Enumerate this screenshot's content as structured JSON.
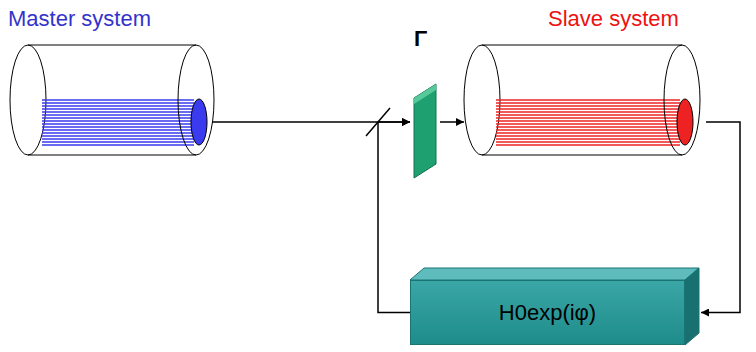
{
  "diagram": {
    "nodes": [
      {
        "text": [
          "Master system"
        ]
      },
      {
        "text": [
          "Γ"
        ]
      },
      {
        "text": [
          "Slave system"
        ]
      },
      {
        "text": [
          "H0exp(iφ)"
        ]
      }
    ],
    "edges": [
      {
        "from": 0,
        "to": 1,
        "arrow": "to"
      },
      {
        "from": 1,
        "to": 2,
        "arrow": "to"
      },
      {
        "from": 2,
        "to": 3,
        "arrow": "to"
      },
      {
        "from": 3,
        "to": 1,
        "arrow": "to"
      }
    ]
  }
}
